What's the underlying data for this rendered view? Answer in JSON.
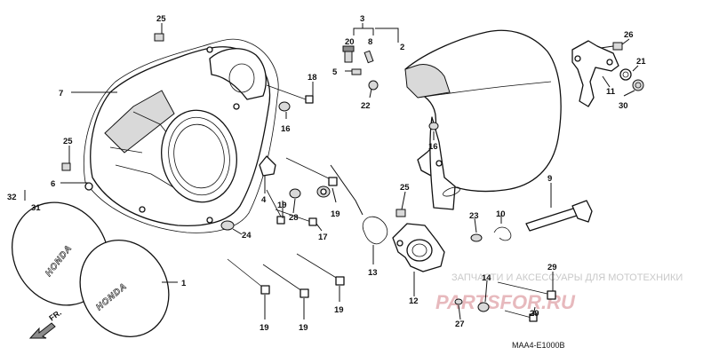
{
  "diagram": {
    "code": "MAA4-E1000B",
    "direction_label": "FR.",
    "brand_text": "HONDA",
    "watermark_line1": "ЗАПЧАСТИ И АКСЕССУАРЫ ДЛЯ МОТОТЕХНИКИ",
    "watermark_line2": "PARTSFOR.RU"
  },
  "callouts": {
    "c25a": "25",
    "c7": "7",
    "c25b": "25",
    "c6": "6",
    "c32": "32",
    "c31": "31",
    "c1": "1",
    "c3": "3",
    "c20": "20",
    "c8": "8",
    "c2": "2",
    "c5": "5",
    "c22": "22",
    "c18": "18",
    "c16a": "16",
    "c16b": "16",
    "c26": "26",
    "c21": "21",
    "c11": "11",
    "c30": "30",
    "c9": "9",
    "c4": "4",
    "c19a": "19",
    "c28": "28",
    "c19b": "19",
    "c17": "17",
    "c24": "24",
    "c25c": "25",
    "c23": "23",
    "c10": "10",
    "c13": "13",
    "c29a": "29",
    "c12": "12",
    "c14": "14",
    "c27": "27",
    "c29b": "29",
    "c19c": "19",
    "c19d": "19",
    "c19e": "19"
  }
}
